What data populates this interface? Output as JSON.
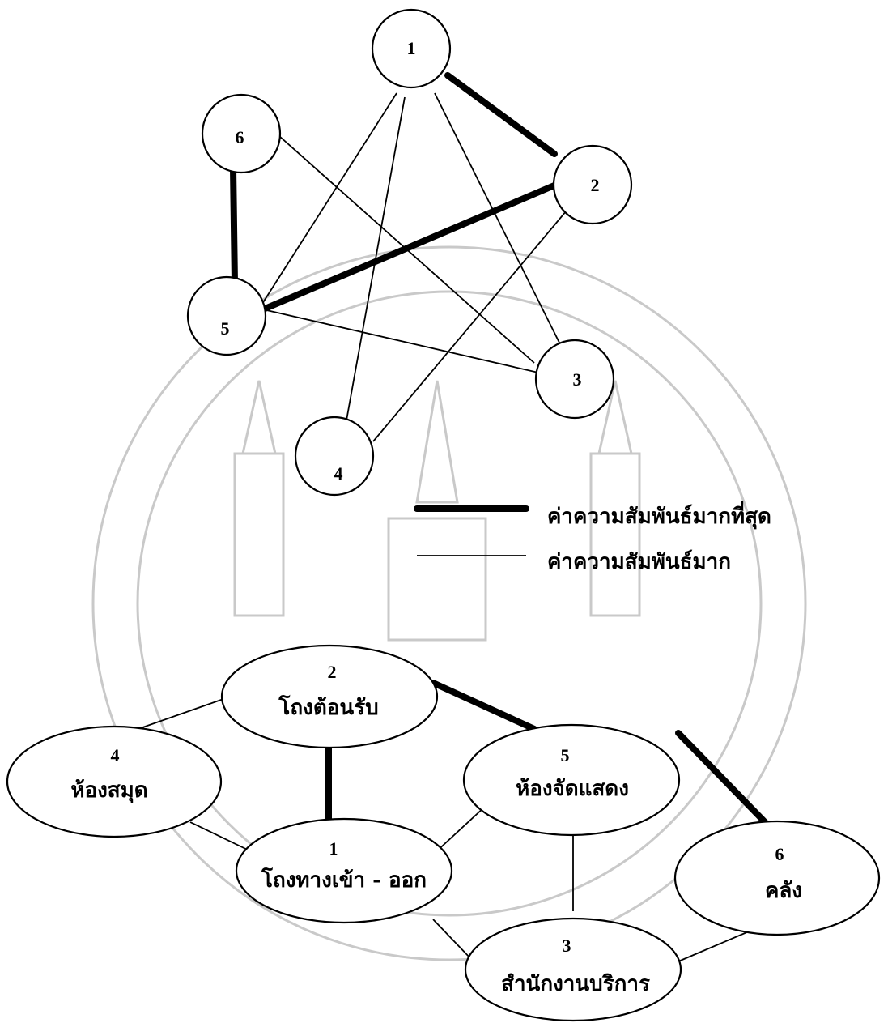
{
  "top_graph": {
    "nodes": [
      {
        "id": "1",
        "label": "1"
      },
      {
        "id": "2",
        "label": "2"
      },
      {
        "id": "3",
        "label": "3"
      },
      {
        "id": "4",
        "label": "4"
      },
      {
        "id": "5",
        "label": "5"
      },
      {
        "id": "6",
        "label": "6"
      }
    ],
    "edges": [
      {
        "from": "1",
        "to": "2",
        "weight": "strongest"
      },
      {
        "from": "2",
        "to": "5",
        "weight": "strongest"
      },
      {
        "from": "6",
        "to": "5",
        "weight": "strongest"
      },
      {
        "from": "1",
        "to": "5",
        "weight": "strong"
      },
      {
        "from": "1",
        "to": "4",
        "weight": "strong"
      },
      {
        "from": "1",
        "to": "3",
        "weight": "strong"
      },
      {
        "from": "6",
        "to": "3",
        "weight": "strong"
      },
      {
        "from": "2",
        "to": "4",
        "weight": "strong"
      },
      {
        "from": "5",
        "to": "3",
        "weight": "strong"
      }
    ]
  },
  "legend": {
    "strongest": "ค่าความสัมพันธ์มากที่สุด",
    "strong": "ค่าความสัมพันธ์มาก"
  },
  "bottom_graph": {
    "nodes": [
      {
        "id": "2",
        "number": "2",
        "name": "โถงต้อนรับ"
      },
      {
        "id": "4",
        "number": "4",
        "name": "ห้องสมุด"
      },
      {
        "id": "5",
        "number": "5",
        "name": "ห้องจัดแสดง"
      },
      {
        "id": "1",
        "number": "1",
        "name": "โถงทางเข้า - ออก"
      },
      {
        "id": "6",
        "number": "6",
        "name": "คลัง"
      },
      {
        "id": "3",
        "number": "3",
        "name": "สำนักงานบริการ"
      }
    ],
    "edges": [
      {
        "from": "2",
        "to": "5",
        "weight": "strongest"
      },
      {
        "from": "2",
        "to": "1",
        "weight": "strongest"
      },
      {
        "from": "5",
        "to": "6",
        "weight": "strongest"
      },
      {
        "from": "2",
        "to": "4",
        "weight": "strong"
      },
      {
        "from": "4",
        "to": "1",
        "weight": "strong"
      },
      {
        "from": "5",
        "to": "1",
        "weight": "strong"
      },
      {
        "from": "5",
        "to": "3",
        "weight": "strong"
      },
      {
        "from": "1",
        "to": "3",
        "weight": "strong"
      },
      {
        "from": "6",
        "to": "3",
        "weight": "strong"
      }
    ]
  }
}
